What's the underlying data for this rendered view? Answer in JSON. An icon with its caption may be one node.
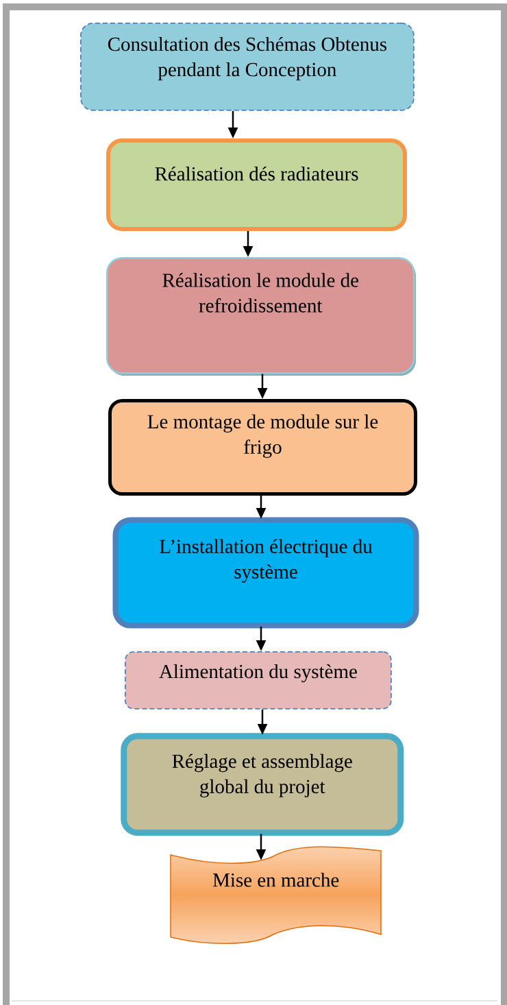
{
  "diagram": {
    "nodes": [
      {
        "text": [
          "Consultation des Schémas Obtenus pendant la Conception"
        ]
      },
      {
        "text": [
          "Réalisation dés radiateurs"
        ]
      },
      {
        "text": [
          "Réalisation le module de refroidissement"
        ]
      },
      {
        "text": [
          "Le montage de module sur le frigo"
        ]
      },
      {
        "text": [
          "L’installation électrique du système"
        ]
      },
      {
        "text": [
          "Alimentation du système"
        ]
      },
      {
        "text": [
          "Réglage et assemblage global du projet"
        ]
      },
      {
        "text": [
          "Mise en marche"
        ]
      }
    ],
    "edges": [
      {
        "from": 0,
        "to": 1,
        "arrow": "to"
      },
      {
        "from": 1,
        "to": 2,
        "arrow": "to"
      },
      {
        "from": 2,
        "to": 3,
        "arrow": "to"
      },
      {
        "from": 3,
        "to": 4,
        "arrow": "to"
      },
      {
        "from": 4,
        "to": 5,
        "arrow": "to"
      },
      {
        "from": 5,
        "to": 6,
        "arrow": "to"
      },
      {
        "from": 6,
        "to": 7,
        "arrow": "to"
      }
    ]
  }
}
